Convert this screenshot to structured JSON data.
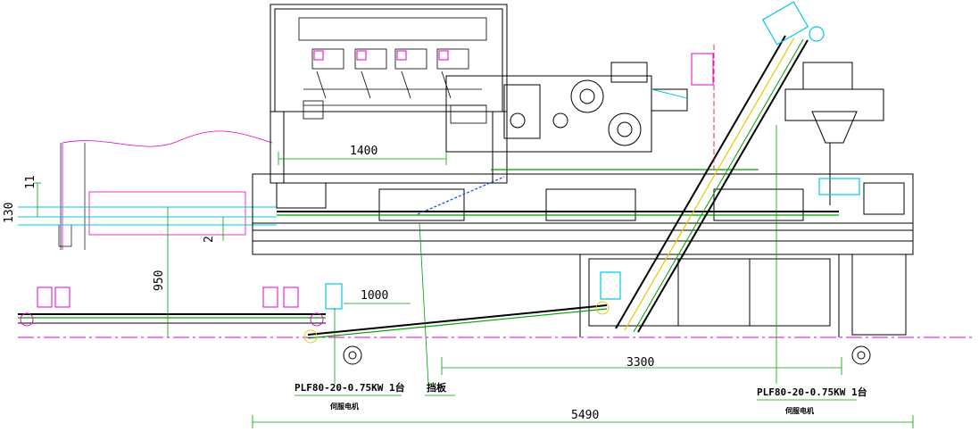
{
  "drawing": {
    "dimensions": {
      "d1400": "1400",
      "d130": "130",
      "d11": "11",
      "d2": "2",
      "d950": "950",
      "d1000": "1000",
      "d3300": "3300",
      "d5490": "5490"
    },
    "labels": {
      "motor_left": "PLF80-20-0.75KW  1台",
      "motor_left_sub": "伺服电机",
      "motor_right": "PLF80-20-0.75KW  1台",
      "motor_right_sub": "伺服电机",
      "plate": "挡板"
    },
    "colors": {
      "cad_black": "#000000",
      "cad_green": "#00a000",
      "cad_cyan": "#00c8e6",
      "cad_yellow": "#e6c800",
      "cad_magenta": "#e600c8",
      "cad_blue": "#2050e0",
      "cad_red": "#e00000"
    }
  }
}
